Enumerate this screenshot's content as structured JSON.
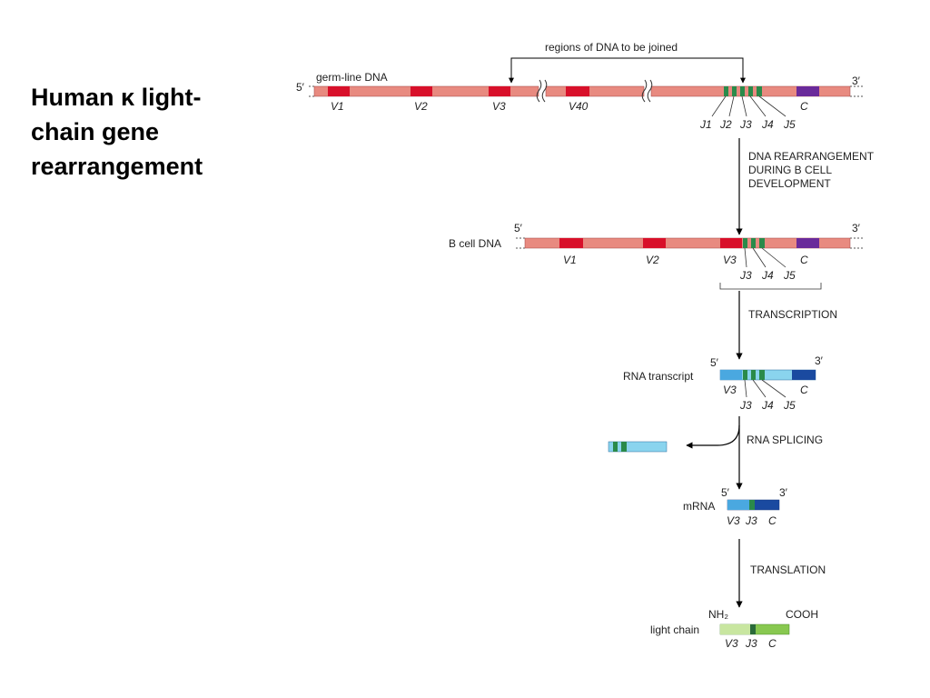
{
  "title": {
    "line1": "Human κ light-",
    "line2": "chain gene",
    "line3": "rearrangement"
  },
  "germline": {
    "label": "germ-line DNA",
    "end5": "5′",
    "end3": "3′",
    "segments": {
      "v1": "V1",
      "v2": "V2",
      "v3": "V3",
      "v40": "V40",
      "j1": "J1",
      "j2": "J2",
      "j3": "J3",
      "j4": "J4",
      "j5": "J5",
      "c": "C"
    },
    "join_label": "regions of DNA to be joined"
  },
  "steps": {
    "rearrangement": [
      "DNA REARRANGEMENT",
      "DURING B CELL",
      "DEVELOPMENT"
    ],
    "transcription": "TRANSCRIPTION",
    "splicing": "RNA SPLICING",
    "translation": "TRANSLATION"
  },
  "bcell": {
    "label": "B cell DNA",
    "end5": "5′",
    "end3": "3′",
    "segments": {
      "v1": "V1",
      "v2": "V2",
      "v3": "V3",
      "j3": "J3",
      "j4": "J4",
      "j5": "J5",
      "c": "C"
    }
  },
  "rna": {
    "label": "RNA transcript",
    "end5": "5′",
    "end3": "3′",
    "segments": {
      "v3": "V3",
      "j3": "J3",
      "j4": "J4",
      "j5": "J5",
      "c": "C"
    }
  },
  "mrna": {
    "label": "mRNA",
    "end5": "5′",
    "end3": "3′",
    "segments": {
      "v3": "V3",
      "j3": "J3",
      "c": "C"
    }
  },
  "protein": {
    "label": "light chain",
    "nh2": "NH₂",
    "cooh": "COOH",
    "segments": {
      "v3": "V3",
      "j3": "J3",
      "c": "C"
    }
  },
  "colors": {
    "dna": "#e88a80",
    "v_segment": "#d8102a",
    "j_segment": "#2a8a4a",
    "c_segment": "#6a2a9a",
    "rna_light": "#4aa8e0",
    "rna_pale": "#8ad4ee",
    "rna_dark": "#1a4aa0",
    "protein_light": "#c8e6a0",
    "protein_mid": "#88c850"
  }
}
